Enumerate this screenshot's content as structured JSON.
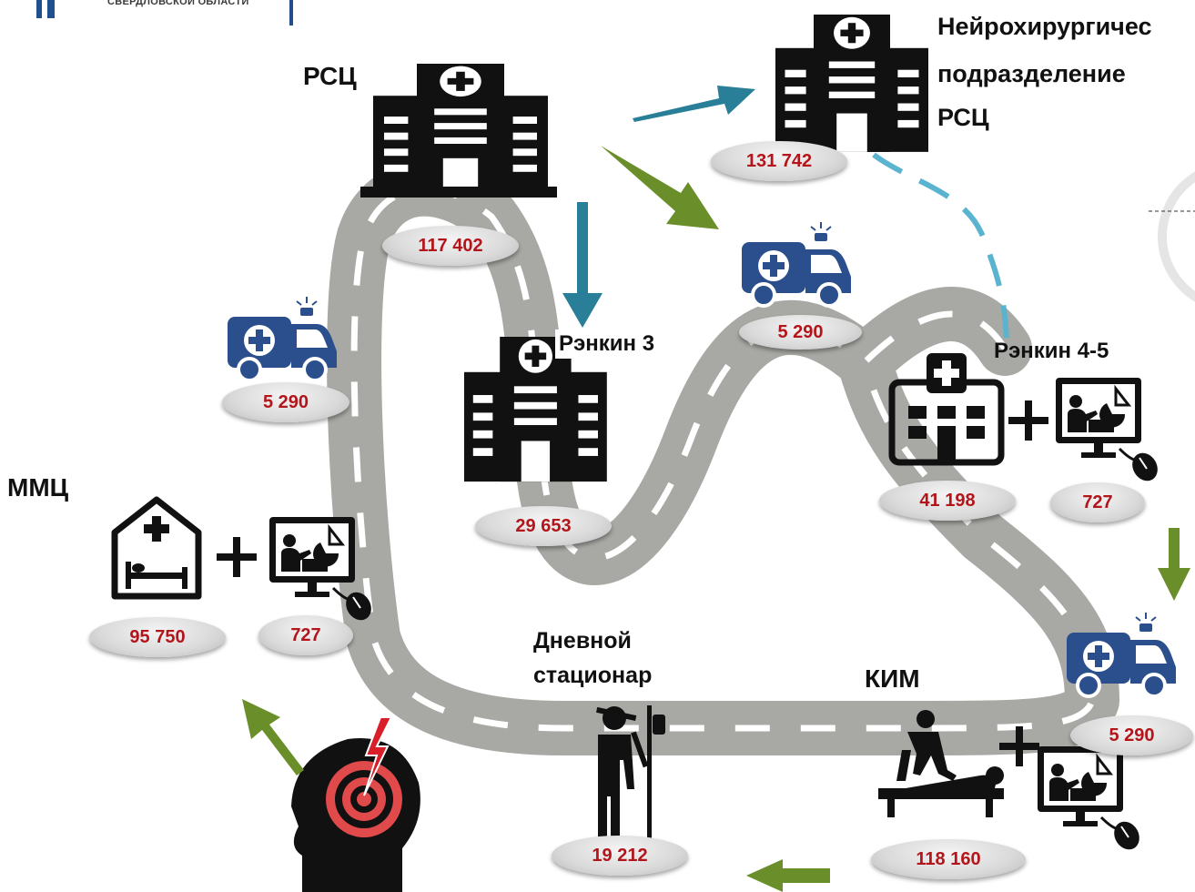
{
  "header": {
    "org_text": "СВЕРДЛОВСКОЙ ОБЛАСТИ"
  },
  "labels": {
    "rsc": "РСЦ",
    "neuro_line1": "Нейрохирургичес",
    "neuro_line2": "подразделение",
    "neuro_line3": "РСЦ",
    "rankin3": "Рэнкин 3",
    "rankin45": "Рэнкин 4-5",
    "mmc": "ММЦ",
    "day_line1": "Дневной",
    "day_line2": "стационар",
    "kim": "КИМ"
  },
  "values": {
    "rsc": "117 402",
    "neuro": "131 742",
    "amb_top": "5 290",
    "amb_left": "5 290",
    "rankin3": "29 653",
    "rankin45": "41 198",
    "rankin45_tele": "727",
    "mmc": "95 750",
    "mmc_tele": "727",
    "amb_right": "5 290",
    "day": "19 212",
    "kim": "118 160"
  },
  "colors": {
    "road": "#a8a8a4",
    "road_dash": "#ffffff",
    "ambulance": "#2a4f8c",
    "arrow_green": "#6a8f2a",
    "arrow_teal": "#2a7f98",
    "dashed_path": "#5ab4d0",
    "value_text": "#b3151b",
    "stroke_red": "#d81e2a"
  },
  "icons": [
    "hospital-icon",
    "ambulance-icon",
    "telemedicine-icon",
    "home-bed-icon",
    "patient-iv-icon",
    "rehab-massage-icon",
    "stroke-head-icon",
    "plus-icon",
    "arrow-icon"
  ]
}
